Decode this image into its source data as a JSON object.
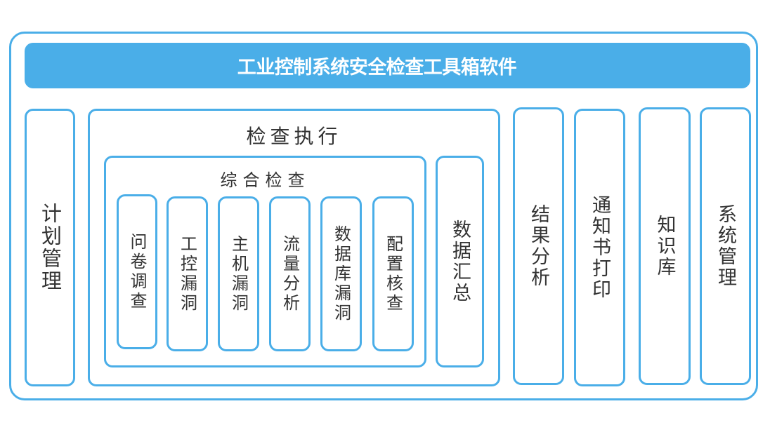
{
  "title": "工业控制系统安全检查工具箱软件",
  "plan_management": "计划管理",
  "inspection_execution": {
    "label": "检查执行",
    "comprehensive": {
      "label": "综合检查",
      "items": [
        "问卷调查",
        "工控漏洞",
        "主机漏洞",
        "流量分析",
        "数据库漏洞",
        "配置核查"
      ]
    },
    "data_summary": "数据汇总"
  },
  "result_analysis": "结果分析",
  "notice_print": "通知书打印",
  "knowledge_base": "知识库",
  "system_management": "系统管理",
  "colors": {
    "accent": "#4aaee8",
    "title_text": "#ffffff",
    "text": "#333333"
  }
}
